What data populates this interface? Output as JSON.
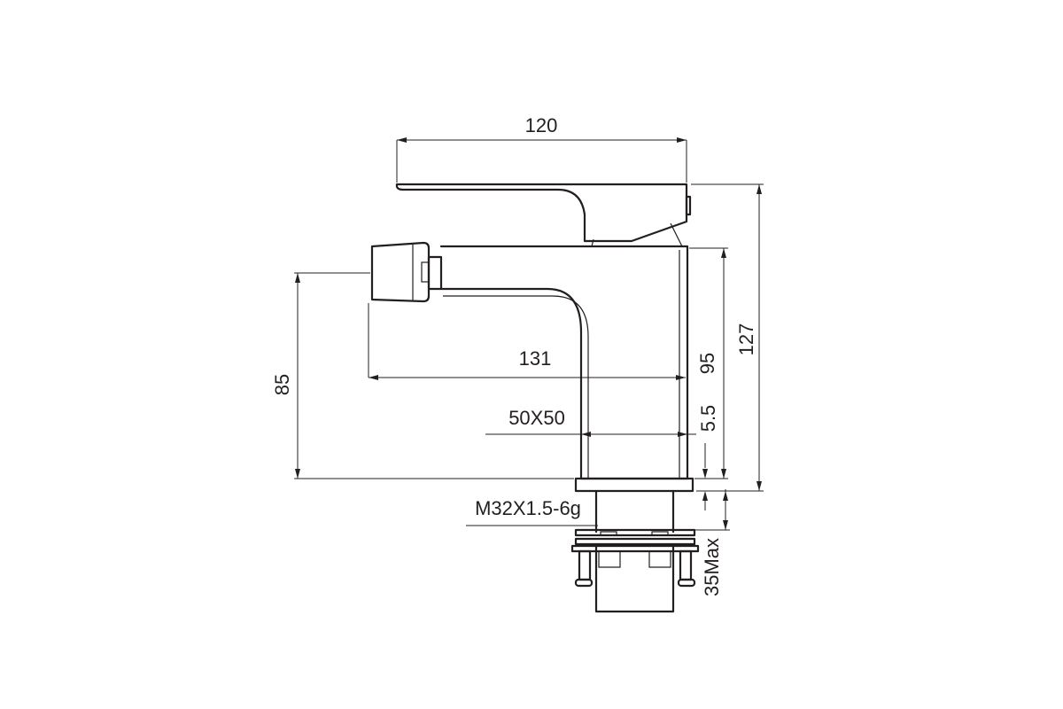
{
  "drawing": {
    "colors": {
      "line": "#231f20",
      "background": "#ffffff"
    },
    "dimensions": {
      "lever_length": "120",
      "spout_reach": "131",
      "outlet_height": "85",
      "spout_height": "95",
      "total_height": "127",
      "body_section": "50X50",
      "flange_thickness": "5.5",
      "thread": "M32X1.5-6g",
      "deck_thickness": "35Max"
    }
  }
}
